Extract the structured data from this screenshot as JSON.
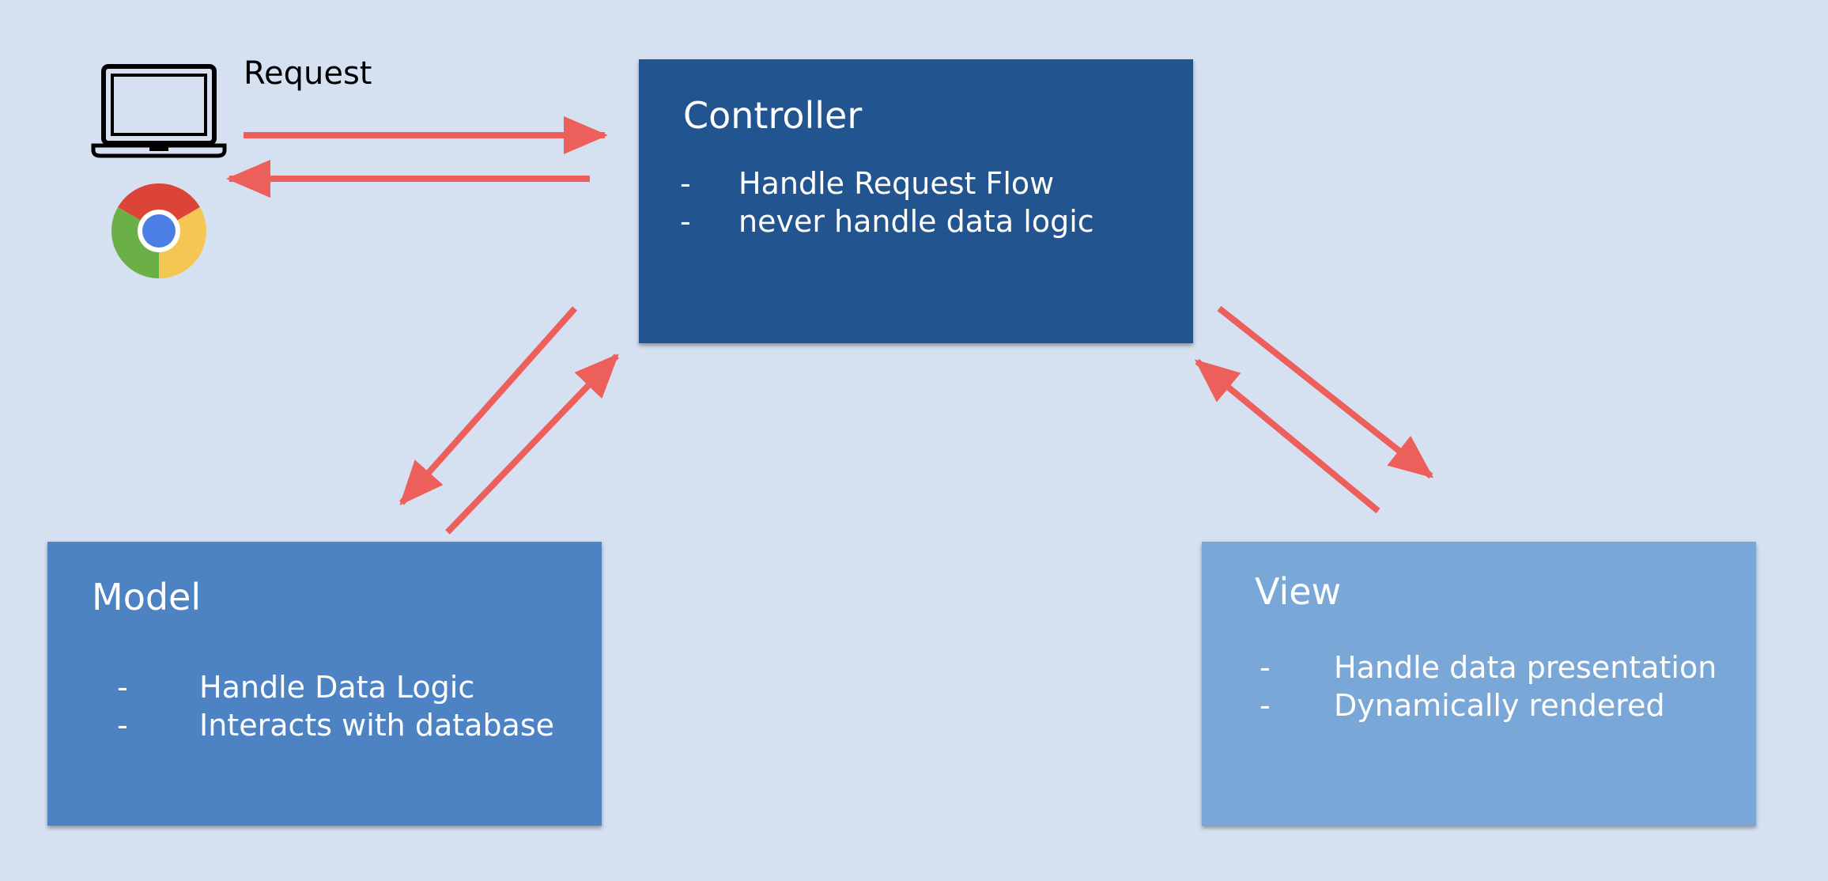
{
  "client": {
    "request_label": "Request",
    "laptop_icon": "laptop-icon",
    "browser_icon": "chrome-icon"
  },
  "controller": {
    "title": "Controller",
    "bullets": [
      "Handle Request Flow",
      "never handle data logic"
    ]
  },
  "model": {
    "title": "Model",
    "bullets": [
      "Handle Data Logic",
      "Interacts with database"
    ]
  },
  "view": {
    "title": "View",
    "bullets": [
      "Handle data presentation",
      "Dynamically rendered"
    ]
  },
  "bullet_marker": "-",
  "colors": {
    "background": "#d5e1f0",
    "controller": "#22548f",
    "model": "#4e83c3",
    "view": "#79a7d7",
    "arrow": "#ec5f5b"
  }
}
